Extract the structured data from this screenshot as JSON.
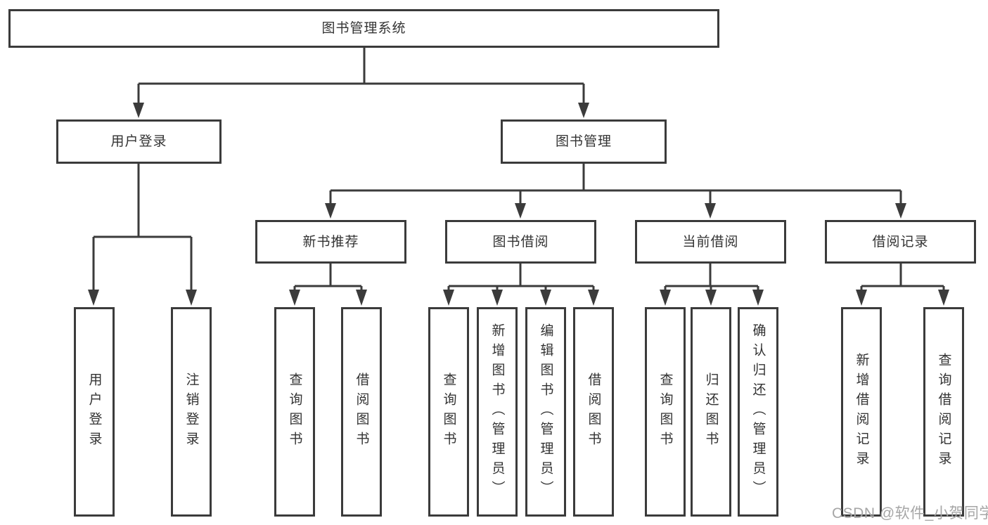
{
  "diagram": {
    "type": "hierarchy-tree",
    "colors": {
      "background": "#ffffff",
      "box_border": "#3b3b3b",
      "connector_line": "#3b3b3b",
      "text": "#333333",
      "watermark": "#a6a6a6"
    }
  },
  "nodes": {
    "root": {
      "label": "图书管理系统"
    },
    "user_login": {
      "label": "用户登录"
    },
    "book_management": {
      "label": "图书管理"
    },
    "login_leaf": {
      "label": "用户登录"
    },
    "logout_leaf": {
      "label": "注销登录"
    },
    "new_book_recommend": {
      "label": "新书推荐"
    },
    "book_borrow": {
      "label": "图书借阅"
    },
    "current_borrow": {
      "label": "当前借阅"
    },
    "borrow_records": {
      "label": "借阅记录"
    },
    "recommend_query_books": {
      "label": "查询图书"
    },
    "recommend_borrow_books": {
      "label": "借阅图书"
    },
    "borrow_query_books": {
      "label": "查询图书"
    },
    "borrow_add_books": {
      "label": "新增图书（管理员）"
    },
    "borrow_edit_books": {
      "label": "编辑图书（管理员）"
    },
    "borrow_borrow_books": {
      "label": "借阅图书"
    },
    "current_query_books": {
      "label": "查询图书"
    },
    "current_return_books": {
      "label": "归还图书"
    },
    "current_confirm_return": {
      "label": "确认归还（管理员）"
    },
    "records_add_record": {
      "label": "新增借阅记录"
    },
    "records_query_record": {
      "label": "查询借阅记录"
    }
  },
  "watermark": {
    "text": "CSDN @软件_小贺同学"
  }
}
